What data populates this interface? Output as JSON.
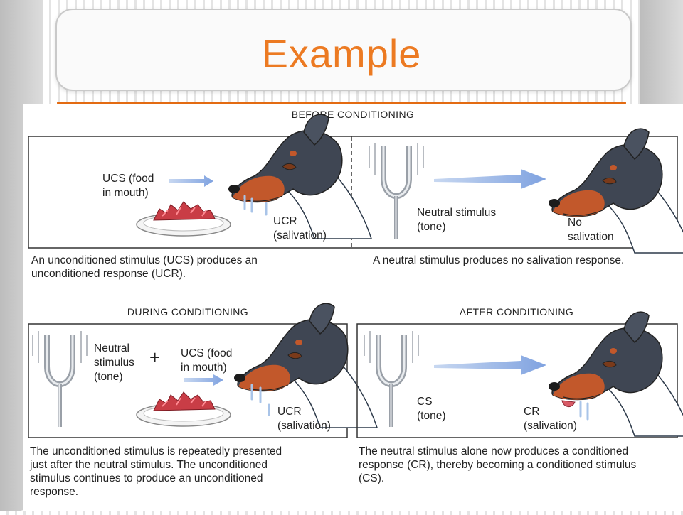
{
  "slide": {
    "title": "Example"
  },
  "figure": {
    "before_header": "BEFORE CONDITIONING",
    "during_header": "DURING CONDITIONING",
    "after_header": "AFTER CONDITIONING",
    "panel1": {
      "ucs_label": [
        "UCS (food",
        "in mouth)"
      ],
      "ucr_label": [
        "UCR",
        "(salivation)"
      ],
      "caption": [
        "An unconditioned stimulus (UCS) produces an",
        "unconditioned response (UCR)."
      ]
    },
    "panel2": {
      "neutral_label": [
        "Neutral stimulus",
        "(tone)"
      ],
      "no_salivation_label": [
        "No",
        "salivation"
      ],
      "caption": [
        "A neutral stimulus produces no salivation response."
      ]
    },
    "panel3": {
      "neutral_label": [
        "Neutral",
        "stimulus",
        "(tone)"
      ],
      "plus": "+",
      "ucs_label": [
        "UCS (food",
        "in mouth)"
      ],
      "ucr_label": [
        "UCR",
        "(salivation)"
      ],
      "caption": [
        "The unconditioned stimulus is repeatedly presented",
        "just after the neutral stimulus. The unconditioned",
        "stimulus continues to produce an unconditioned",
        "response."
      ]
    },
    "panel4": {
      "cs_label": [
        "CS",
        "(tone)"
      ],
      "cr_label": [
        "CR",
        "(salivation)"
      ],
      "caption": [
        "The neutral stimulus alone now produces a conditioned",
        "response (CR), thereby becoming a conditioned stimulus",
        "(CS)."
      ]
    }
  }
}
